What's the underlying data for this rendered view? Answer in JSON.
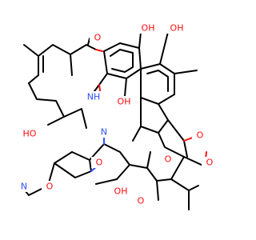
{
  "colors": {
    "carbon_bond": "#000000",
    "oxygen": "#FF0D0D",
    "nitrogen": "#3050F8",
    "background": "#FFFFFF"
  },
  "labels": {
    "O": "O",
    "N": "N",
    "OH": "OH",
    "HO": "HO",
    "NH": "NH"
  }
}
